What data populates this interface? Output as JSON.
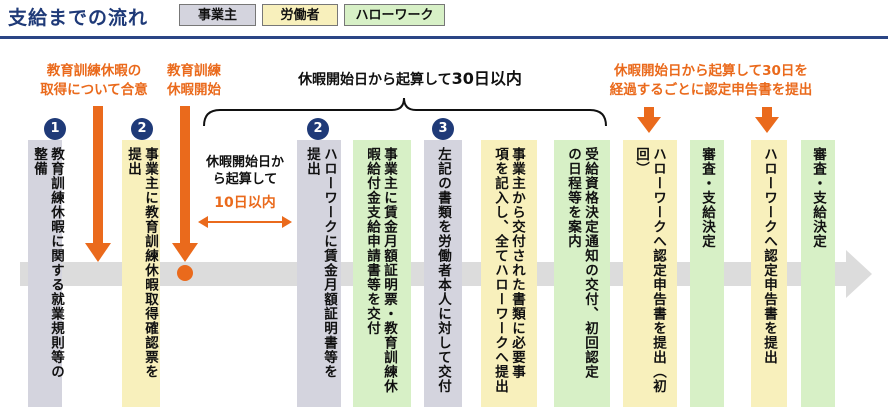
{
  "header": {
    "title": "支給までの流れ",
    "legend": {
      "employer": "事業主",
      "worker": "労働者",
      "hellowork": "ハローワーク"
    }
  },
  "annotations": {
    "agree": "教育訓練休暇の\n取得について合意",
    "start": "教育訓練\n休暇開始",
    "brace_label_prefix": "休暇開始日から起算して",
    "brace_label_days": "30日以内",
    "mid_note": "休暇開始日か\nら起算して",
    "mid_days": "10日以内",
    "right_note": "休暇開始日から起算して30日を\n経過するごとに認定申告書を提出"
  },
  "steps": [
    "1",
    "2",
    "2",
    "3"
  ],
  "columns": [
    {
      "text": "教育訓練休暇に関する就業規則等の\n整備"
    },
    {
      "text": "事業主に教育訓練休暇取得確認票を\n提出"
    },
    {
      "text": "ハローワークに賃金月額証明書等を\n提出"
    },
    {
      "text": "事業主に賃金月額証明票・教育訓練休\n暇給付金支給申請書等を交付"
    },
    {
      "text": "左記の書類を労働者本人に対して交付"
    },
    {
      "text": "事業主から交付された書類に必要事\n項を記入し、全てハローワークへ提出"
    },
    {
      "text": "受給資格決定通知の交付、初回認定\nの日程等を案内"
    },
    {
      "text": "ハローワークへ認定申告書を提出（初\n回）"
    },
    {
      "text": "審査・支給決定"
    },
    {
      "text": "ハローワークへ認定申告書を提出"
    },
    {
      "text": "審査・支給決定"
    }
  ],
  "colors": {
    "employer": "#d4d4de",
    "worker": "#f8f0bc",
    "hellowork": "#d7f0c6",
    "accent_orange": "#ea6a1c",
    "navy": "#1f3a78",
    "timeline_arrow": "#dcdcdc"
  }
}
